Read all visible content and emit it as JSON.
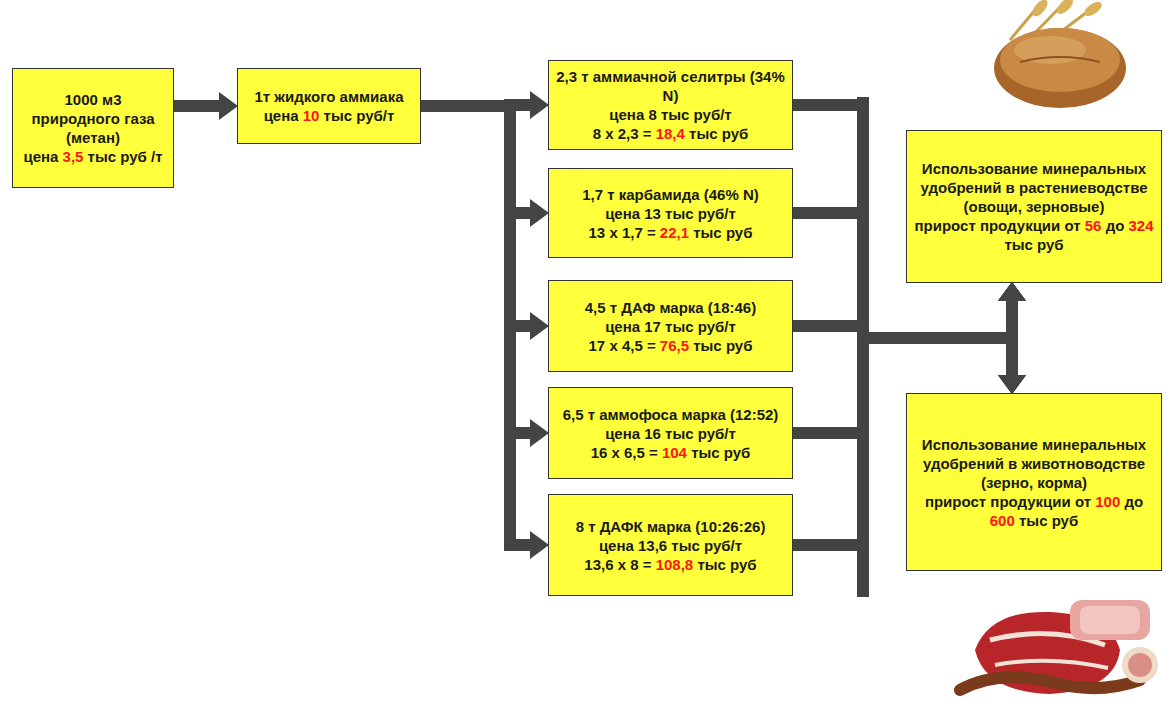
{
  "diagram": {
    "nodes": [
      {
        "text": [
          "1000 м3 природного газа (метан)",
          "цена 3,5 тыс руб /т"
        ]
      },
      {
        "text": [
          "1т жидкого аммиака",
          "цена 10 тыс руб/т"
        ]
      },
      {
        "text": [
          "2,3 т аммиачной селитры (34% N)",
          "цена 8 тыс руб/т",
          "8 х 2,3 = 18,4 тыс руб"
        ]
      },
      {
        "text": [
          "1,7 т карбамида (46% N)",
          "цена 13 тыс руб/т",
          "13 х 1,7 = 22,1 тыс руб"
        ]
      },
      {
        "text": [
          "4,5 т ДАФ марка (18:46)",
          "цена 17 тыс руб/т",
          "17 х 4,5 = 76,5 тыс руб"
        ]
      },
      {
        "text": [
          "6,5 т аммофоса марка (12:52)",
          "цена 16 тыс руб/т",
          "16 х 6,5 = 104 тыс руб"
        ]
      },
      {
        "text": [
          "8 т ДАФК марка (10:26:26)",
          "цена 13,6 тыс руб/т",
          "13,6 х 8 = 108,8 тыс руб"
        ]
      },
      {
        "text": [
          "Использование минеральных удобрений в растениеводстве (овощи, зерновые)",
          "прирост продукции от 56 до 324 тыс руб"
        ]
      },
      {
        "text": [
          "Использование минеральных удобрений в животноводстве (зерно, корма)",
          "прирост продукции от 100 до 600 тыс руб"
        ]
      }
    ],
    "edges": [
      {
        "from": 0,
        "to": 1,
        "arrow": "to"
      },
      {
        "from": 1,
        "to": 2,
        "arrow": "to"
      },
      {
        "from": 1,
        "to": 3,
        "arrow": "to"
      },
      {
        "from": 1,
        "to": 4,
        "arrow": "to"
      },
      {
        "from": 1,
        "to": 5,
        "arrow": "to"
      },
      {
        "from": 1,
        "to": 6,
        "arrow": "to"
      },
      {
        "from": 2,
        "to": 7,
        "arrow": "to"
      },
      {
        "from": 3,
        "to": 7,
        "arrow": "to"
      },
      {
        "from": 4,
        "to": 7,
        "arrow": "to"
      },
      {
        "from": 5,
        "to": 7,
        "arrow": "to"
      },
      {
        "from": 6,
        "to": 7,
        "arrow": "to"
      },
      {
        "from": 2,
        "to": 8,
        "arrow": "to"
      },
      {
        "from": 3,
        "to": 8,
        "arrow": "to"
      },
      {
        "from": 4,
        "to": 8,
        "arrow": "to"
      },
      {
        "from": 5,
        "to": 8,
        "arrow": "to"
      },
      {
        "from": 6,
        "to": 8,
        "arrow": "to"
      }
    ]
  }
}
